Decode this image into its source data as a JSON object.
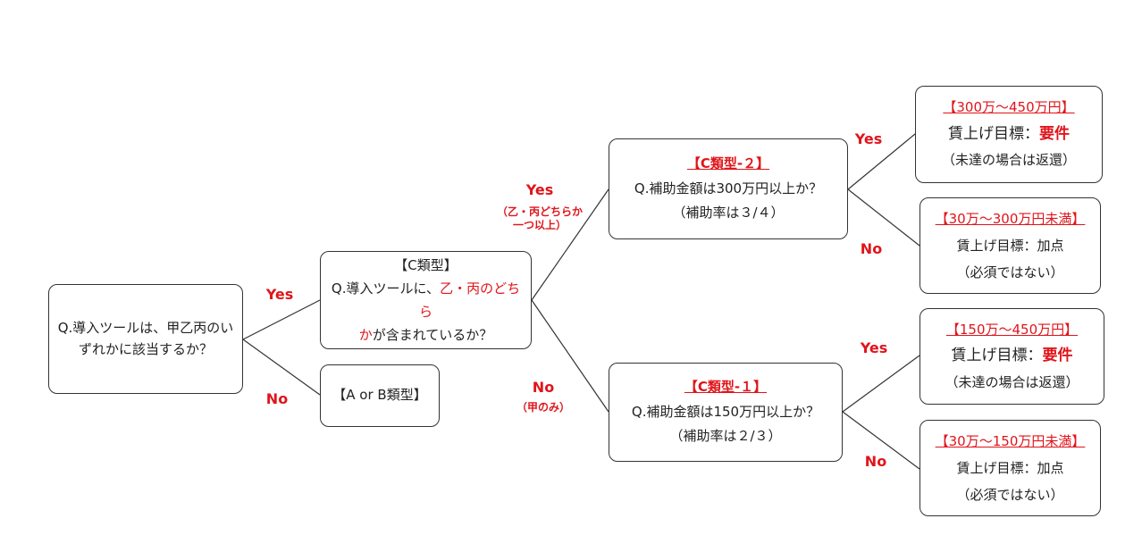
{
  "colors": {
    "accent": "#e0151b",
    "border": "#333333",
    "text": "#222222"
  },
  "root": {
    "text": "Q.導入ツールは、甲乙丙のいずれかに該当するか？"
  },
  "c_type": {
    "title": "【C類型】",
    "q_prefix": "Q.導入ツールに、",
    "q_highlight": "乙・丙のどちら",
    "q_highlight2": "か",
    "q_suffix": "が含まれているか？"
  },
  "ab_type": {
    "label": "【A or B類型】"
  },
  "c2": {
    "title": "【C類型-２】",
    "question": "Q.補助金額は300万円以上か？",
    "rate": "（補助率は３/４）"
  },
  "c1": {
    "title": "【C類型-１】",
    "question": "Q.補助金額は150万円以上か？",
    "rate": "（補助率は２/３）"
  },
  "leaf_c2_yes": {
    "range": "【300万～450万円】",
    "goal_prefix": "賃上げ目標：",
    "goal_value": "要件",
    "note": "（未達の場合は返還）"
  },
  "leaf_c2_no": {
    "range": "【30万～300万円未満】",
    "goal": "賃上げ目標：加点",
    "note": "（必須ではない）"
  },
  "leaf_c1_yes": {
    "range": "【150万～450万円】",
    "goal_prefix": "賃上げ目標：",
    "goal_value": "要件",
    "note": "（未達の場合は返還）"
  },
  "leaf_c1_no": {
    "range": "【30万～150万円未満】",
    "goal": "賃上げ目標：加点",
    "note": "（必須ではない）"
  },
  "edges": {
    "root_yes": "Yes",
    "root_no": "No",
    "c_yes": "Yes",
    "c_yes_sub1": "（乙・丙どちらか",
    "c_yes_sub2": "一つ以上）",
    "c_no": "No",
    "c_no_sub": "（甲のみ）",
    "c2_yes": "Yes",
    "c2_no": "No",
    "c1_yes": "Yes",
    "c1_no": "No"
  }
}
